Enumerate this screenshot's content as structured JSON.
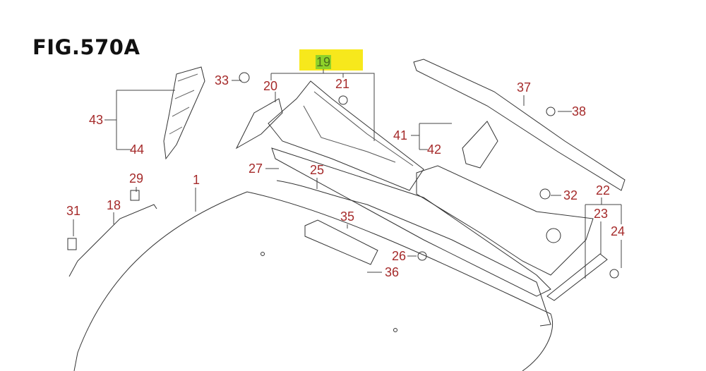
{
  "figure": {
    "title": "FIG.570A",
    "highlight_color": "#f7e81c",
    "callout_color": "#a52a2a",
    "highlighted_part": "19",
    "callouts": {
      "p19": "19",
      "p33": "33",
      "p20": "20",
      "p21": "21",
      "p37": "37",
      "p38": "38",
      "p43": "43",
      "p44": "44",
      "p41": "41",
      "p42": "42",
      "p27": "27",
      "p25": "25",
      "p29": "29",
      "p1": "1",
      "p32": "32",
      "p22": "22",
      "p23": "23",
      "p24": "24",
      "p31": "31",
      "p18": "18",
      "p35": "35",
      "p26": "26",
      "p36": "36"
    }
  }
}
